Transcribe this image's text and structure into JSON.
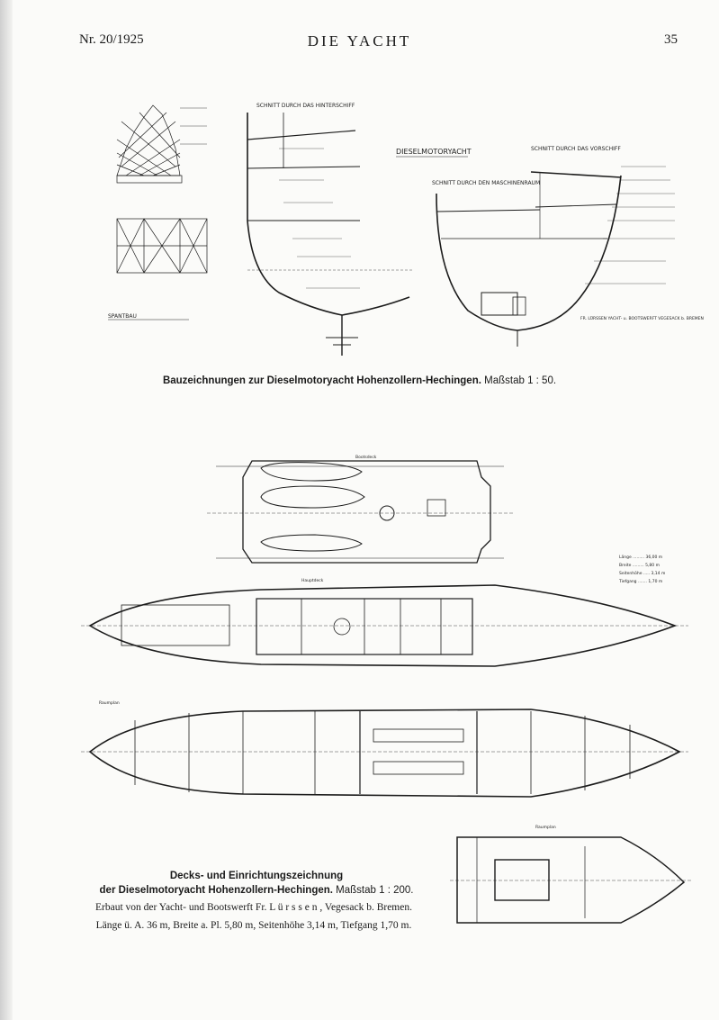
{
  "header": {
    "issue": "Nr. 20/1925",
    "title": "DIE YACHT",
    "page_number": "35"
  },
  "figure1": {
    "caption_title": "Bauzeichnungen zur Dieselmotoryacht Hohenzollern-Hechingen.",
    "caption_scale": "Maßstab 1 : 50."
  },
  "figure2": {
    "caption_line1": "Decks- und Einrichtungszeichnung",
    "caption_line2_title": "der Dieselmotoryacht Hohenzollern-Hechingen.",
    "caption_line2_scale": "Maßstab 1 : 200.",
    "builder_line": "Erbaut von der Yacht- und Bootswerft Fr. L ü r s s e n , Vegesack b. Bremen.",
    "dimensions_line": "Länge ü. A. 36 m, Breite a. Pl. 5,80 m, Seitenhöhe 3,14 m, Tiefgang 1,70 m."
  },
  "drawing_labels": {
    "section_aft": "SCHNITT DURCH DAS HINTERSCHIFF",
    "section_fore": "SCHNITT DURCH DAS VORSCHIFF",
    "section_engine": "SCHNITT DURCH DEN MASCHINENRAUM",
    "vessel": "DIESELMOTORYACHT",
    "detail": "SPANTBAU",
    "yard": "FR. LÜRSSEN YACHT- u. BOOTSWERFT VEGESACK b. BREMEN",
    "bootsdeck": "Bootsdeck",
    "hauptdeck": "Hauptdeck",
    "raumplan": "Raumplan"
  },
  "dimension_table": {
    "rows": [
      "Länge ......... 36,00 m",
      "Breite ......... 5,80 m",
      "Seitenhöhe ..... 3,14 m",
      "Tiefgang ....... 1,70 m"
    ]
  }
}
